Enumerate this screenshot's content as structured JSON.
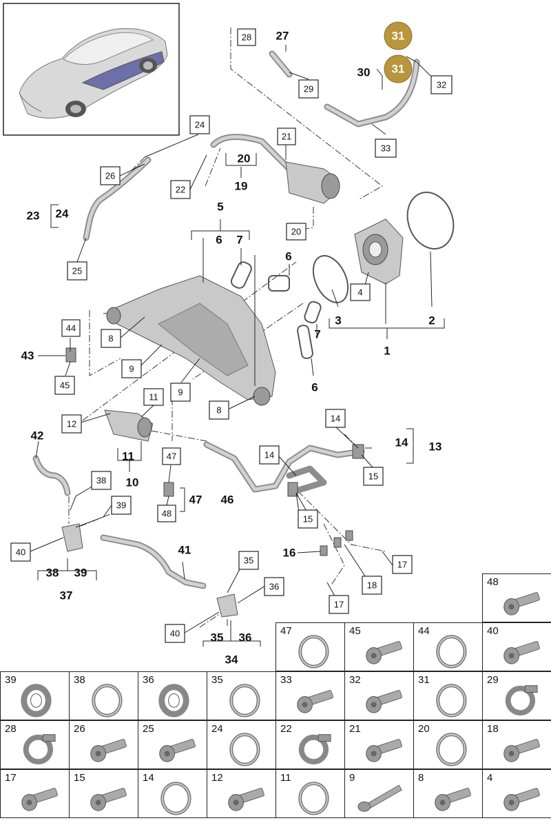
{
  "callouts": {
    "c28": "28",
    "c27": "27",
    "c31a": "31",
    "c31b": "31",
    "c30": "30",
    "c32": "32",
    "c29": "29",
    "c33": "33",
    "c24": "24",
    "c21": "21",
    "c26": "26",
    "c20": "20",
    "c19": "19",
    "c22": "22",
    "c23": "23",
    "c24b": "24",
    "c25": "25",
    "c5": "5",
    "c6": "6",
    "c7": "7",
    "c20b": "20",
    "c6b": "6",
    "c4": "4",
    "c3": "3",
    "c2": "2",
    "c1": "1",
    "c44": "44",
    "c8": "8",
    "c7b": "7",
    "c43": "43",
    "c9": "9",
    "c45": "45",
    "c9b": "9",
    "c6c": "6",
    "c11": "11",
    "c12": "12",
    "c8b": "8",
    "c14": "14",
    "c14b": "14",
    "c13": "13",
    "c42": "42",
    "c11b": "11",
    "c10": "10",
    "c47": "47",
    "c14c": "14",
    "c15": "15",
    "c38": "38",
    "c47b": "47",
    "c46": "46",
    "c39": "39",
    "c48": "48",
    "c15b": "15",
    "c40": "40",
    "c41": "41",
    "c16": "16",
    "c17": "17",
    "c38b": "38",
    "c39b": "39",
    "c35": "35",
    "c18": "18",
    "c37": "37",
    "c36": "36",
    "c17b": "17",
    "c40b": "40",
    "c35b": "35",
    "c36b": "36",
    "c34": "34"
  },
  "parts_table": {
    "rows": [
      [
        "48"
      ],
      [
        "47",
        "45",
        "44",
        "40"
      ],
      [
        "39",
        "38",
        "36",
        "35",
        "33",
        "32",
        "31",
        "29"
      ],
      [
        "28",
        "26",
        "25",
        "24",
        "22",
        "21",
        "20",
        "18"
      ],
      [
        "17",
        "15",
        "14",
        "12",
        "11",
        "9",
        "8",
        "4"
      ]
    ]
  }
}
